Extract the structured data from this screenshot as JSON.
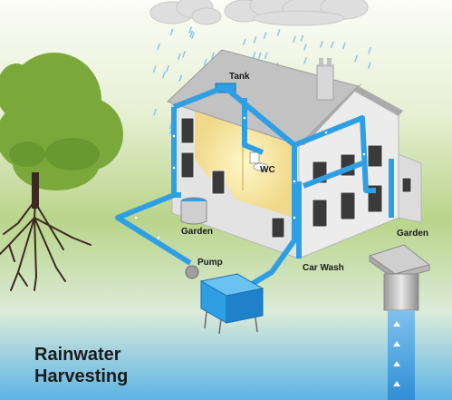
{
  "title": {
    "line1": "Rainwater",
    "line2": "Harvesting"
  },
  "labels": {
    "tank": "Tank",
    "wc": "WC",
    "garden_left": "Garden",
    "garden_right": "Garden",
    "pump": "Pump",
    "car_wash": "Car Wash"
  },
  "colors": {
    "sky_top": "#f4f7ee",
    "grass": "#b9d48a",
    "water_bottom": "#5cb4e6",
    "pipe": "#2f9fe4",
    "house_wall": "#e6e6e6",
    "roof": "#bcbcbc",
    "interior": "#f6e7a6",
    "tree_foliage": "#79a83c",
    "root": "#3b2a20"
  },
  "icons": [
    "cloud-icon",
    "tree-icon",
    "house-icon",
    "water-tank-icon",
    "pump-icon",
    "well-icon"
  ]
}
